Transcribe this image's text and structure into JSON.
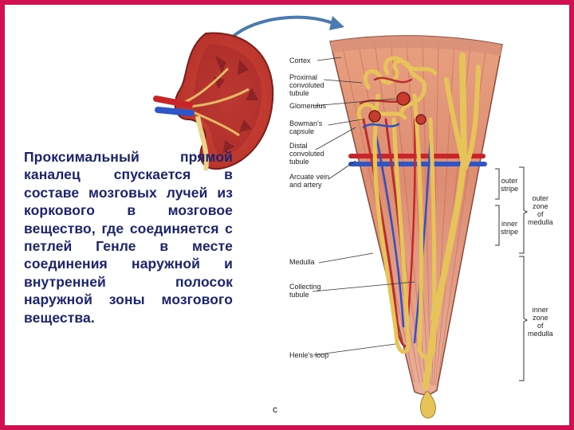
{
  "slide": {
    "body_text": "Проксимальный прямой каналец спускается в составе мозговых лучей из коркового в мозговое вещество, где соединяется с петлей Генле в месте соединения наружной и внутренней полосок наружной зоны мозгового вещества."
  },
  "figure": {
    "labels": {
      "cortex": "Cortex",
      "proximal": "Proximal\nconvoluted\ntubule",
      "glomerulus": "Glomerulus",
      "bowmans": "Bowman's\ncapsule",
      "distal": "Distal\nconvoluted\ntubule",
      "arcuate": "Arcuate vein\nand artery",
      "medulla": "Medulla",
      "collecting": "Collecting\ntubule",
      "henle": "Henle's loop",
      "outer_stripe": "outer\nstripe",
      "inner_stripe": "inner\nstripe",
      "outer_zone": "outer\nzone\nof\nmedulla",
      "inner_zone": "inner\nzone\nof\nmedulla"
    },
    "panel_letter": "c"
  },
  "colors": {
    "border": "#d01050",
    "text": "#1a2470",
    "tissue": "#d9826a",
    "artery": "#c8242a",
    "vein": "#2e56c8",
    "tubule": "#e6c45a"
  }
}
